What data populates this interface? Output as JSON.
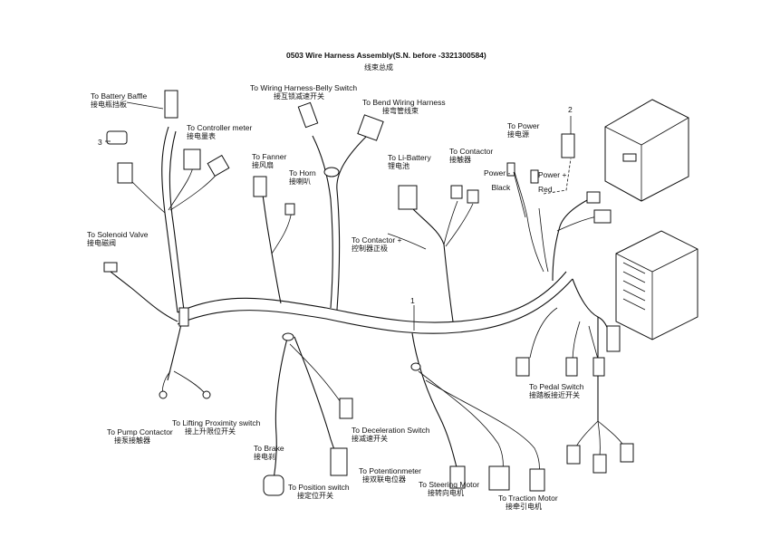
{
  "title": "0503 Wire Harness Assembly(S.N. before -3321300584)",
  "title_zh": "线束总成",
  "labels": {
    "battery_baffle": {
      "en": "To Battery Baffle",
      "zh": "接电瓶挡板"
    },
    "controller_meter": {
      "en": "To Controller meter",
      "zh": "接电量表"
    },
    "belly_switch": {
      "en": "To Wiring Harness-Belly Switch",
      "zh": "接互锁减速开关"
    },
    "bend_harness": {
      "en": "To Bend Wiring Harness",
      "zh": "接弯管线束"
    },
    "fanner": {
      "en": "To Fanner",
      "zh": "接风扇"
    },
    "horn": {
      "en": "To Horn",
      "zh": "接喇叭"
    },
    "li_battery": {
      "en": "To Li-Battery",
      "zh": "锂电池"
    },
    "contactor": {
      "en": "To Contactor",
      "zh": "接触器"
    },
    "power": {
      "en": "To Power",
      "zh": "接电源"
    },
    "power_minus": {
      "en": "Power -",
      "sub": "Black"
    },
    "power_plus": {
      "en": "Power +",
      "sub": "Red"
    },
    "solenoid_valve": {
      "en": "To Solenoid Valve",
      "zh": "接电磁阀"
    },
    "contactor_plus": {
      "en": "To Contactor +",
      "zh": "控制器正极"
    },
    "pump_contactor": {
      "en": "To Pump Contactor",
      "zh": "接泵接触器"
    },
    "lifting_switch": {
      "en": "To Lifting Proximity switch",
      "zh": "接上升限位开关"
    },
    "brake": {
      "en": "To Brake",
      "zh": "接电刹"
    },
    "deceleration_switch": {
      "en": "To Deceleration Switch",
      "zh": "接减速开关"
    },
    "position_switch": {
      "en": "To Position switch",
      "zh": "接定位开关"
    },
    "potentiometer": {
      "en": "To Potentionmeter",
      "zh": "接双联电位器"
    },
    "steering_motor": {
      "en": "To Steering Motor",
      "zh": "接转向电机"
    },
    "traction_motor": {
      "en": "To Traction Motor",
      "zh": "接牵引电机"
    },
    "pedal_switch": {
      "en": "To Pedal Switch",
      "zh": "接踏板接近开关"
    }
  },
  "callouts": {
    "one": "1",
    "two": "2",
    "three": "3"
  }
}
